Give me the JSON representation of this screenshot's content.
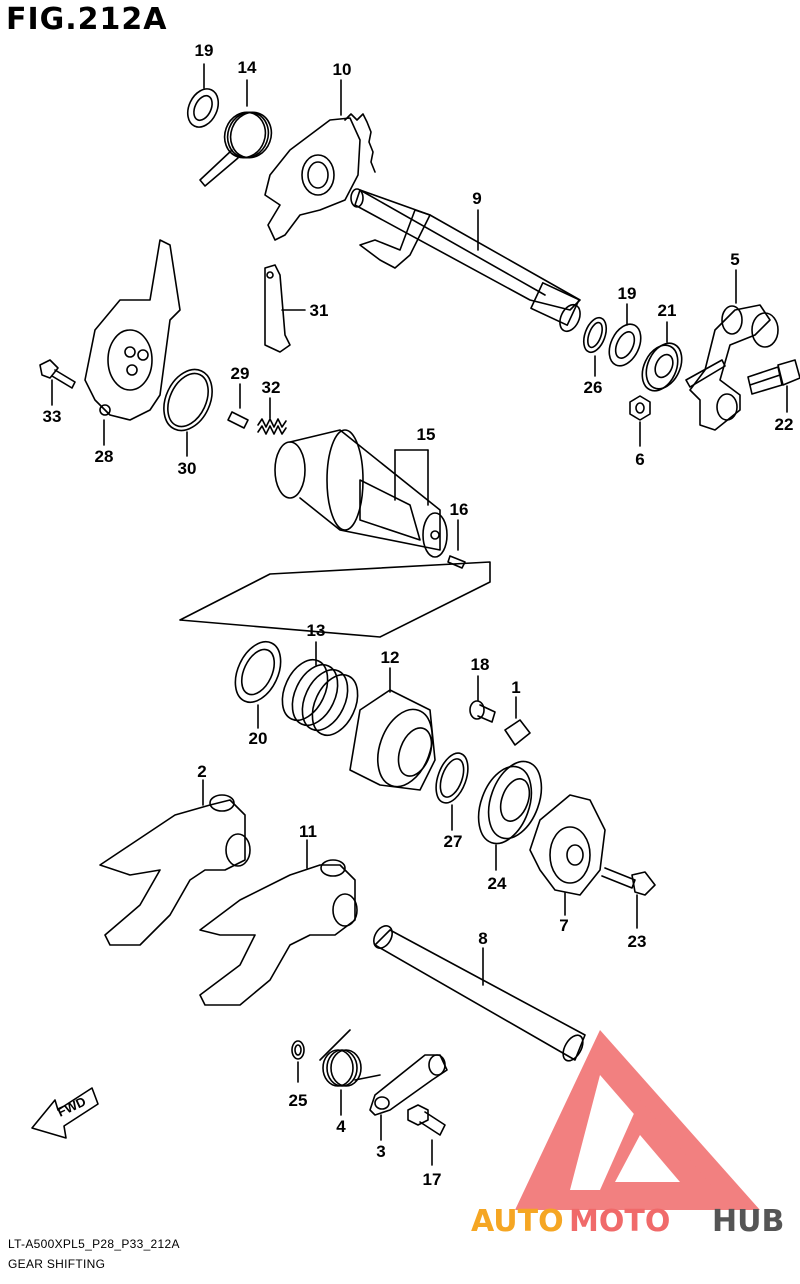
{
  "figure": {
    "title": "FIG.212A"
  },
  "footer": {
    "model_code": "LT-A500XPL5_P28_P33_212A",
    "group_name": "GEAR SHIFTING"
  },
  "fwd_label": "FWD",
  "watermark": {
    "part1": "AUTO",
    "part2": "MOTO",
    "part3": "HUB",
    "color_warm": "#f5a623",
    "color_dark": "#555555",
    "logo_color": "#f06a6a"
  },
  "callouts": [
    {
      "id": "c19a",
      "label": "19"
    },
    {
      "id": "c14",
      "label": "14"
    },
    {
      "id": "c10",
      "label": "10"
    },
    {
      "id": "c9",
      "label": "9"
    },
    {
      "id": "c5",
      "label": "5"
    },
    {
      "id": "c19b",
      "label": "19"
    },
    {
      "id": "c21",
      "label": "21"
    },
    {
      "id": "c26",
      "label": "26"
    },
    {
      "id": "c22",
      "label": "22"
    },
    {
      "id": "c6",
      "label": "6"
    },
    {
      "id": "c31",
      "label": "31"
    },
    {
      "id": "c33",
      "label": "33"
    },
    {
      "id": "c28",
      "label": "28"
    },
    {
      "id": "c29",
      "label": "29"
    },
    {
      "id": "c32",
      "label": "32"
    },
    {
      "id": "c15",
      "label": "15"
    },
    {
      "id": "c16",
      "label": "16"
    },
    {
      "id": "c30",
      "label": "30"
    },
    {
      "id": "c13",
      "label": "13"
    },
    {
      "id": "c12",
      "label": "12"
    },
    {
      "id": "c18",
      "label": "18"
    },
    {
      "id": "c1",
      "label": "1"
    },
    {
      "id": "c20",
      "label": "20"
    },
    {
      "id": "c2",
      "label": "2"
    },
    {
      "id": "c11",
      "label": "11"
    },
    {
      "id": "c27",
      "label": "27"
    },
    {
      "id": "c24",
      "label": "24"
    },
    {
      "id": "c7",
      "label": "7"
    },
    {
      "id": "c23",
      "label": "23"
    },
    {
      "id": "c8",
      "label": "8"
    },
    {
      "id": "c25",
      "label": "25"
    },
    {
      "id": "c4",
      "label": "4"
    },
    {
      "id": "c3",
      "label": "3"
    },
    {
      "id": "c17",
      "label": "17"
    }
  ]
}
